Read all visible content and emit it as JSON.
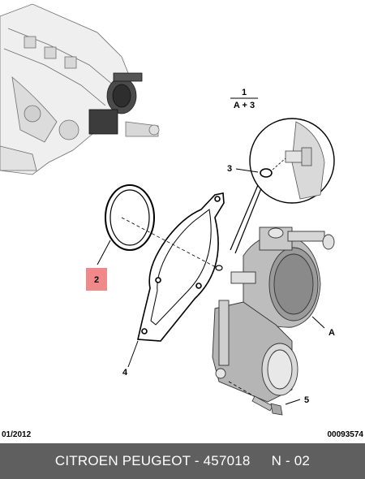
{
  "callouts": {
    "c1_top": "1",
    "c1_bottom": "A + 3",
    "c2": "2",
    "c3": "3",
    "c4": "4",
    "c5": "5",
    "cA": "A"
  },
  "meta": {
    "date": "01/2012",
    "ref": "00093574"
  },
  "footer": {
    "text": "CITROEN PEUGEOT - 457018",
    "code": "N - 02"
  },
  "colors": {
    "highlight": "#f08a8a",
    "footer_bg": "#5f5f5f"
  }
}
